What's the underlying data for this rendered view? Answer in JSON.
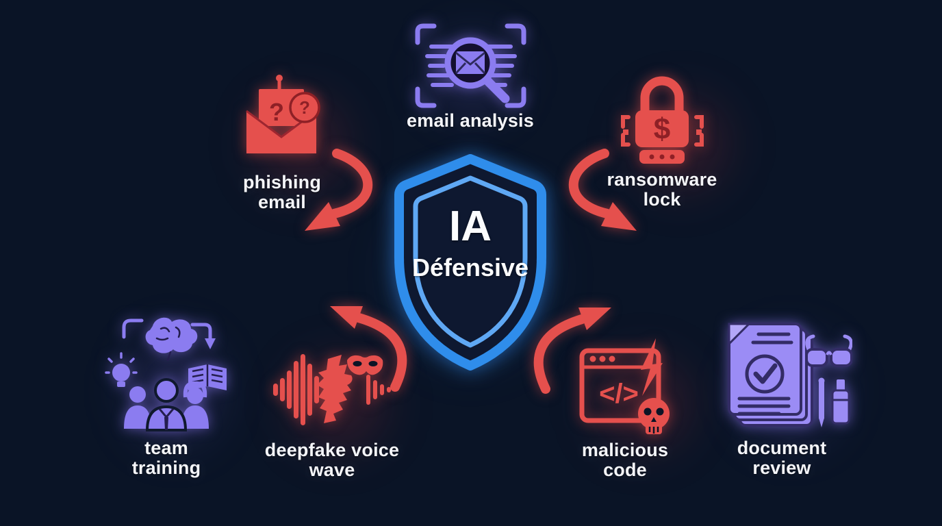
{
  "title": {
    "line1": "IA",
    "line2": "Défensive"
  },
  "colors": {
    "background": "#0a1426",
    "shield_outer": "#2f8deb",
    "shield_inner": "#5fa8f4",
    "threat_red": "#e5504d",
    "threat_red_dark": "#8e2026",
    "defense_purple": "#8b7cf0",
    "defense_purple_dark": "#2e2a5e",
    "label_text": "#f4f5f9"
  },
  "icon_glyphs": {
    "question_mark": "?",
    "dollar": "$",
    "code_tag": "</>"
  },
  "center": {
    "icon": "shield-icon"
  },
  "nodes": {
    "email_analysis": {
      "label": "email analysis",
      "icon": "email-scan-magnifier-icon",
      "color": "#8b7cf0"
    },
    "phishing_email": {
      "label": "phishing email",
      "icon": "hooked-envelope-icon",
      "color": "#e5504d"
    },
    "ransomware_lock": {
      "label": "ransomware lock",
      "icon": "dollar-padlock-icon",
      "color": "#e5504d"
    },
    "team_training": {
      "label": "team training",
      "icon": "team-brain-book-icon",
      "color": "#8b7cf0"
    },
    "deepfake_voice": {
      "label": "deepfake voice wave",
      "icon": "waveform-masked-face-icon",
      "color": "#e5504d"
    },
    "malicious_code": {
      "label": "malicious code",
      "icon": "code-window-skull-icon",
      "color": "#e5504d"
    },
    "document_review": {
      "label": "document review",
      "icon": "documents-glasses-icon",
      "color": "#8b7cf0"
    }
  }
}
